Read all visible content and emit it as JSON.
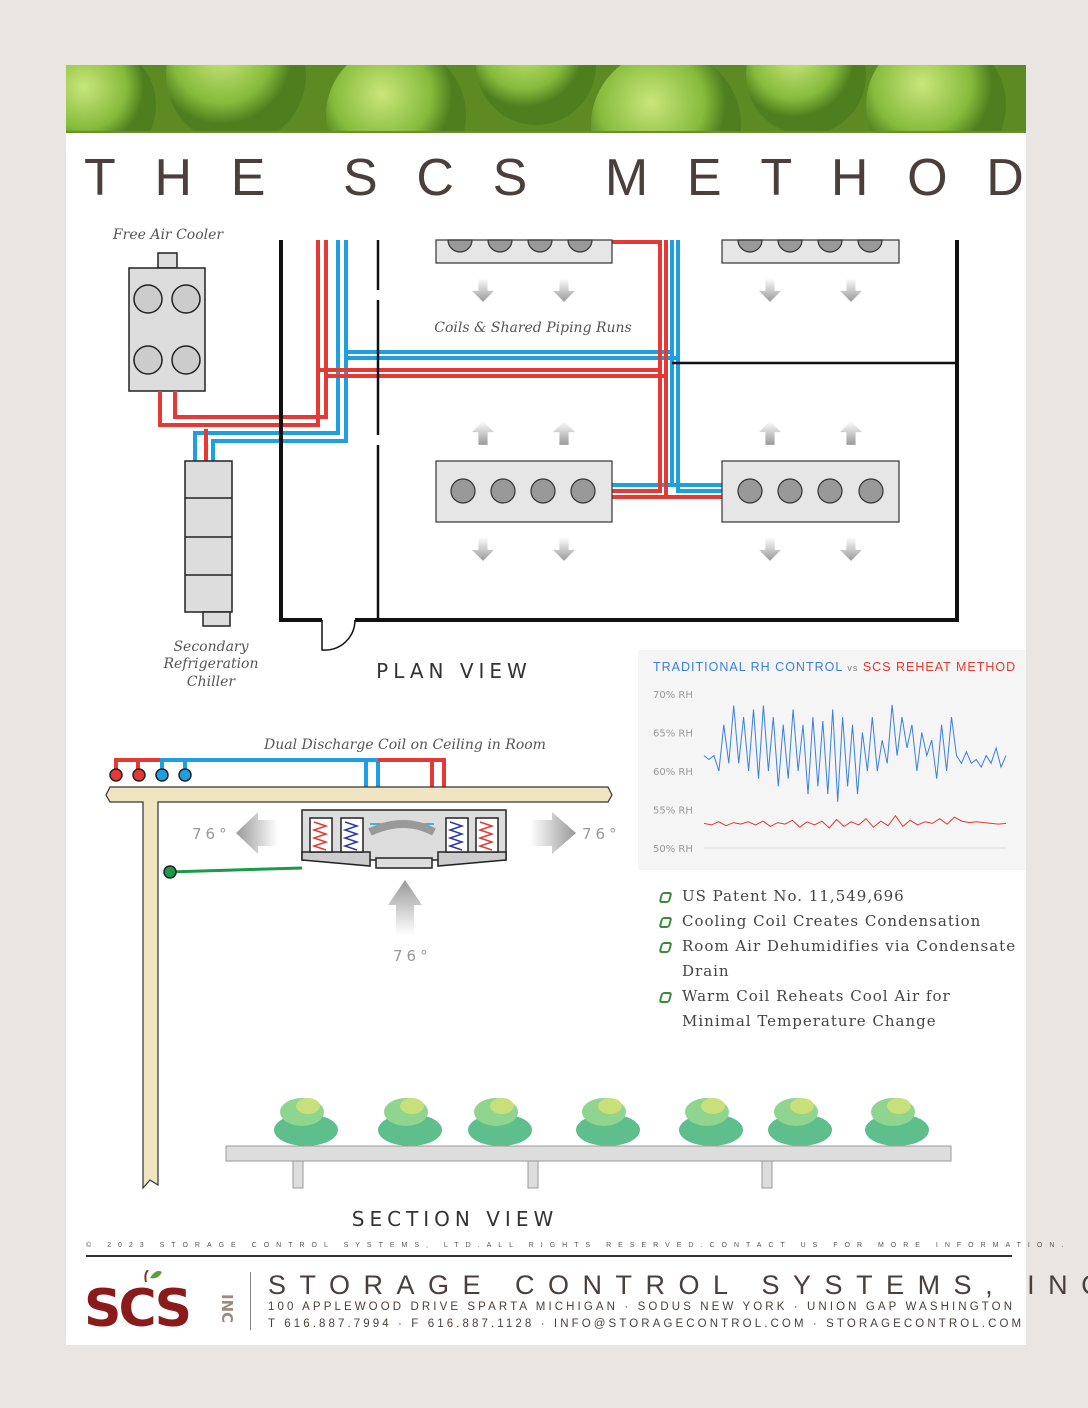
{
  "title": [
    "T",
    "H",
    "E",
    " ",
    "S",
    "C",
    "S",
    " ",
    "M",
    "E",
    "T",
    "H",
    "O",
    "D"
  ],
  "plan_view": {
    "heading": "PLAN VIEW",
    "free_air_cooler_label": "Free Air Cooler",
    "coils_label": "Coils & Shared Piping Runs",
    "chiller_label": [
      "Secondary",
      "Refrigeration",
      "Chiller"
    ]
  },
  "section_view": {
    "heading": "SECTION VIEW",
    "coil_label": "Dual Discharge Coil on Ceiling in Room",
    "temp_left": "76°",
    "temp_right": "76°",
    "temp_intake": "76°"
  },
  "chart_title": {
    "traditional": "TRADITIONAL RH CONTROL",
    "vs": "vs",
    "scs": "SCS REHEAT METHOD"
  },
  "chart_data": {
    "type": "line",
    "title": "TRADITIONAL RH CONTROL vs SCS REHEAT METHOD",
    "xlabel": "",
    "ylabel": "",
    "ylim": [
      50,
      70
    ],
    "yticks": [
      "70% RH",
      "65% RH",
      "60% RH",
      "55% RH",
      "50% RH"
    ],
    "ytick_values": [
      70,
      65,
      60,
      55,
      50
    ],
    "series": [
      {
        "name": "TRADITIONAL RH CONTROL",
        "color": "#3b7fe0",
        "values": [
          62,
          61.5,
          62,
          60,
          66,
          61,
          68.5,
          61,
          67,
          60,
          68,
          59,
          68.5,
          60,
          67,
          58,
          66,
          59,
          68,
          60,
          66,
          57,
          67,
          58,
          66.5,
          57,
          68,
          56,
          67,
          58,
          66,
          57,
          65,
          60,
          67,
          60,
          64,
          61,
          68.6,
          62,
          67,
          63,
          66,
          60,
          65,
          62,
          64,
          59,
          66,
          60,
          67,
          62,
          61,
          62.5,
          61,
          61.5,
          60.5,
          62,
          61,
          63,
          60.5,
          62
        ]
      },
      {
        "name": "SCS REHEAT METHOD",
        "color": "#e03a2e",
        "values": [
          53.2,
          53,
          53.4,
          52.9,
          53.3,
          53.1,
          53.4,
          53,
          53.5,
          52.8,
          53.3,
          53.1,
          53.6,
          52.7,
          53.4,
          53,
          53.5,
          52.6,
          53.7,
          52.8,
          53.4,
          53,
          53.8,
          52.7,
          53.5,
          52.9,
          54.2,
          52.8,
          53.6,
          53,
          53.4,
          53.2,
          53.8,
          53.1,
          54,
          53.5,
          53.3,
          53.4,
          53.3,
          53.2,
          53.1,
          53.2
        ]
      }
    ]
  },
  "bullets": [
    "US Patent No. 11,549,696",
    "Cooling Coil Creates Condensation",
    "Room Air Dehumidifies via Condensate Drain",
    "Warm Coil Reheats Cool Air for Minimal Temperature Change"
  ],
  "footer": {
    "copyright": [
      "© 2023 STORAGE CONTROL SYSTEMS, LTD.",
      "ALL RIGHTS RESERVED.",
      "CONTACT US FOR MORE INFORMATION."
    ],
    "company": "STORAGE CONTROL SYSTEMS, INC",
    "address": "100 APPLEWOOD DRIVE SPARTA MICHIGAN · SODUS NEW YORK · UNION GAP WASHINGTON",
    "contact": "T 616.887.7994 · F 616.887.1128 · INFO@STORAGECONTROL.COM · STORAGECONTROL.COM",
    "logo_text": "SCS",
    "logo_suffix": "INC"
  },
  "colors": {
    "red": "#e53935",
    "blue": "#1ea0e0",
    "green": "#1a9a4a",
    "beam": "#f1e4c0",
    "text": "#4a3f3a"
  }
}
